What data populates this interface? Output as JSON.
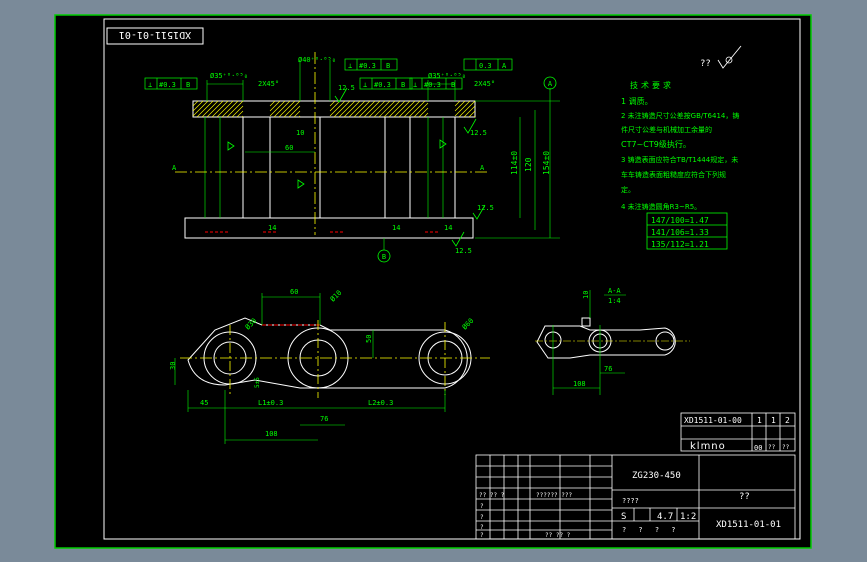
{
  "colors": {
    "background": "#000000",
    "outer_bg": "#7a8a99",
    "frame": "#ffffff",
    "border_green": "#00cc00",
    "geometry": "#ffffff",
    "dimension": "#00ff00",
    "centerline": "#ffff00",
    "hatch": "#ffff00",
    "hidden_red": "#ff0000",
    "datum_mark": "#00ff00"
  },
  "header": {
    "drawing_code_rotated": "XD1511-01-01"
  },
  "section_view": {
    "dims": {
      "dia35_left": "Ø35⁺⁰·⁰⁵₀",
      "dia35_right": "Ø35⁺⁰·⁰⁵₀",
      "dia40": "Ø40⁺⁰·⁰⁵₀",
      "chamfer_left": "2X45°",
      "chamfer_right": "2X45°",
      "d10": "10",
      "d60": "60",
      "d14_left": "14",
      "d14_mid": "14",
      "d14_right": "14",
      "d120": "120",
      "d114": "114±0",
      "d154": "154±0"
    },
    "roughness": {
      "r1": "12.5",
      "r2": "12.5",
      "r3": "12.5",
      "r4": "12.5"
    },
    "tolerance_frames": {
      "left": [
        "⊥",
        "#0.3",
        "B"
      ],
      "mid1": [
        "⊥",
        "#0.3",
        "B"
      ],
      "mid2": [
        "⊥",
        "#0.3",
        "B"
      ],
      "right1": [
        "⊥",
        "#0.3",
        "B"
      ],
      "right2": [
        "",
        "0.3",
        "A"
      ]
    },
    "datum_a": "A",
    "datum_b": "B",
    "section_a_left": "A",
    "section_a_right": "A"
  },
  "tech_requirements": {
    "title": "技术要求",
    "lines": [
      "1 调质。",
      "2 未注铸造尺寸公差按GB/T6414，铸",
      "件尺寸公差与机械加工余量的",
      "CT7~CT9级执行。",
      "3 铸造表面应符合TB/T1444规定，未",
      "车车铸造表面粗糙度应符合下列规",
      "定。",
      "4 未注铸造圆角R3~R5。"
    ],
    "ratio_table": [
      "147/100=1.47",
      "141/106=1.33",
      "135/112=1.21"
    ]
  },
  "plan_view": {
    "dims": {
      "d60": "60",
      "d10": "Ø10",
      "d30": "Ø30",
      "d50": "50",
      "d60b": "Ø60",
      "d30v": "30",
      "d45": "45",
      "l1": "L1±0.3",
      "l2": "L2±0.3",
      "d76": "76",
      "d108": "108",
      "d5": "5±5"
    }
  },
  "aa_view": {
    "title": "A-A",
    "scale": "1:4",
    "dims": {
      "d10": "10",
      "d76": "76",
      "d108": "108"
    }
  },
  "title_block": {
    "part_no_top": "XD1511-01-00",
    "sheet_cols": [
      "1",
      "1",
      "2"
    ],
    "klmno": "klmno",
    "small_cells": [
      "00",
      "??",
      "??"
    ],
    "material": "ZG230-450",
    "name": "??",
    "part_no": "XD1511-01-01",
    "scale_label": "????",
    "sl": "S",
    "weight": "4.7",
    "scale": "1:2",
    "q_marks": "?  ?  ?  ?",
    "left_cells": [
      "?? ?? ?",
      "?????? ???",
      "?",
      "?",
      "?",
      "?",
      "?? ?? ?"
    ]
  },
  "corner_mark": "??"
}
